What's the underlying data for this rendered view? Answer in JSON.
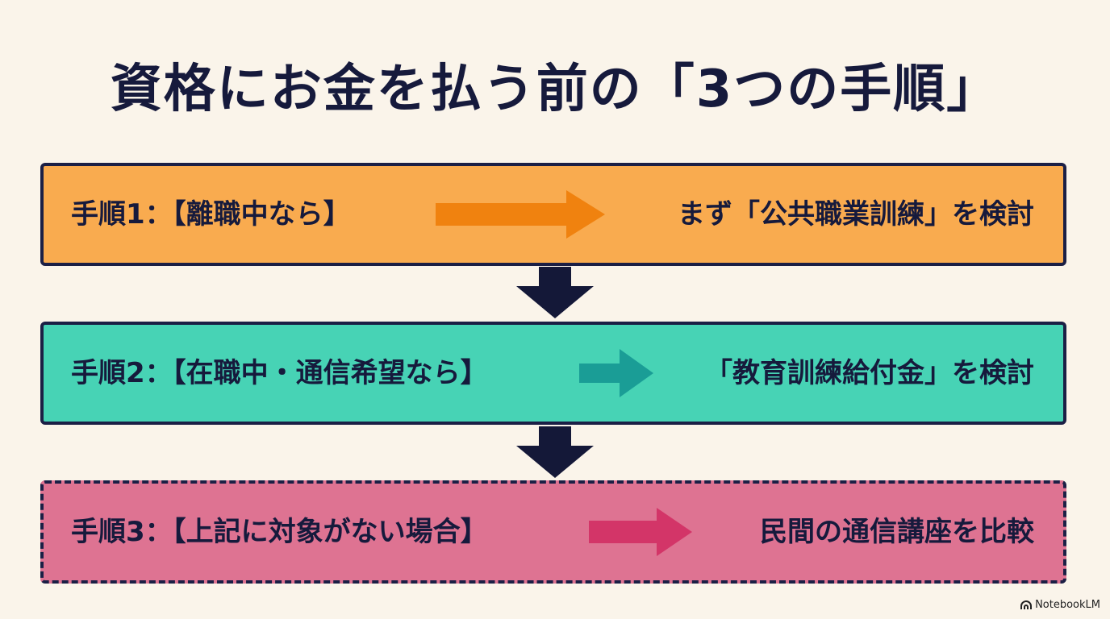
{
  "title": "資格にお金を払う前の「3つの手順」",
  "colors": {
    "background": "#faf4ea",
    "text": "#161a3c",
    "border": "#1b1f45",
    "step1_fill": "#f9ab4f",
    "step1_arrow": "#f0820f",
    "step2_fill": "#47d3b5",
    "step2_arrow": "#1a9d96",
    "step3_fill": "#de7392",
    "step3_arrow": "#d33568",
    "down_arrow": "#141838"
  },
  "steps": [
    {
      "label": "手順1：【離職中なら】",
      "result": "まず「公共職業訓練」を検討"
    },
    {
      "label": "手順2：【在職中・通信希望なら】",
      "result": "「教育訓練給付金」を検討"
    },
    {
      "label": "手順3：【上記に対象がない場合】",
      "result": "民間の通信講座を比較"
    }
  ],
  "brand": {
    "label": "NotebookLM",
    "icon": "notebooklm-logo-icon"
  }
}
